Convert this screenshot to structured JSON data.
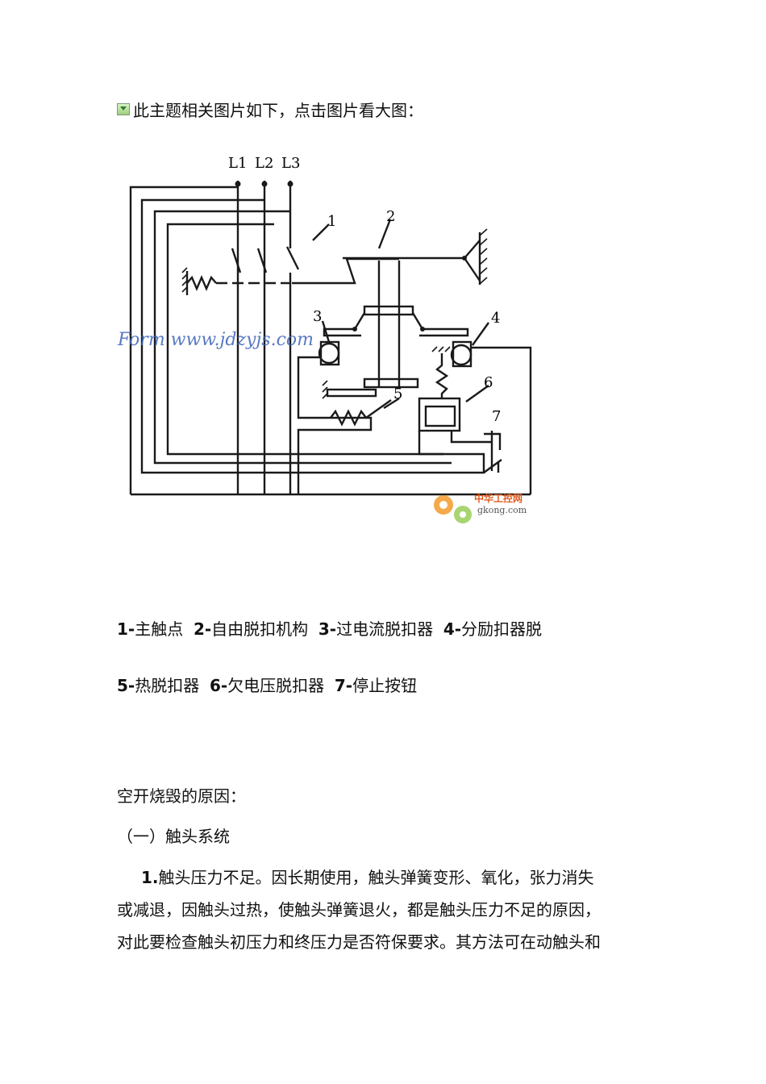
{
  "intro": {
    "text": "此主题相关图片如下，点击图片看大图："
  },
  "diagram": {
    "phases": [
      "L1",
      "L2",
      "L3"
    ],
    "numbers": [
      "1",
      "2",
      "3",
      "4",
      "5",
      "6",
      "7"
    ],
    "watermark": "Form www.jdzyjs.com",
    "logo": {
      "name": "中华工控网",
      "url": "gkong.com"
    }
  },
  "captions": [
    [
      {
        "num": "1-",
        "text": "主触点"
      },
      {
        "num": "2-",
        "text": "自由脱扣机构"
      },
      {
        "num": "3-",
        "text": "过电流脱扣器"
      },
      {
        "num": "4-",
        "text": "分励扣器脱"
      }
    ],
    [
      {
        "num": "5-",
        "text": "热脱扣器"
      },
      {
        "num": "6-",
        "text": "欠电压脱扣器"
      },
      {
        "num": "7-",
        "text": "停止按钮"
      }
    ]
  ],
  "section": {
    "heading": "空开烧毁的原因：",
    "subheading": "（一）触头系统",
    "para_num": "1.",
    "para_lines": [
      "触头压力不足。因长期使用，触头弹簧变形、氧化，张力消失",
      "或减退，因触头过热，使触头弹簧退火，都是触头压力不足的原因，",
      "对此要检查触头初压力和终压力是否符保要求。其方法可在动触头和"
    ]
  }
}
